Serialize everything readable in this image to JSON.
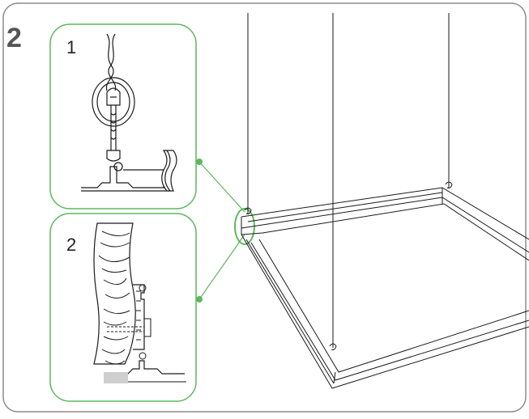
{
  "step_number": "2",
  "details": [
    {
      "label": "1",
      "description_icon": "wire-hook-detail-icon"
    },
    {
      "label": "2",
      "description_icon": "profile-section-detail-icon"
    }
  ],
  "colors": {
    "accent_green": "#5cb85c",
    "frame_stroke": "#8c8c8c",
    "line_art": "#1a1a1a",
    "background": "#ffffff"
  }
}
